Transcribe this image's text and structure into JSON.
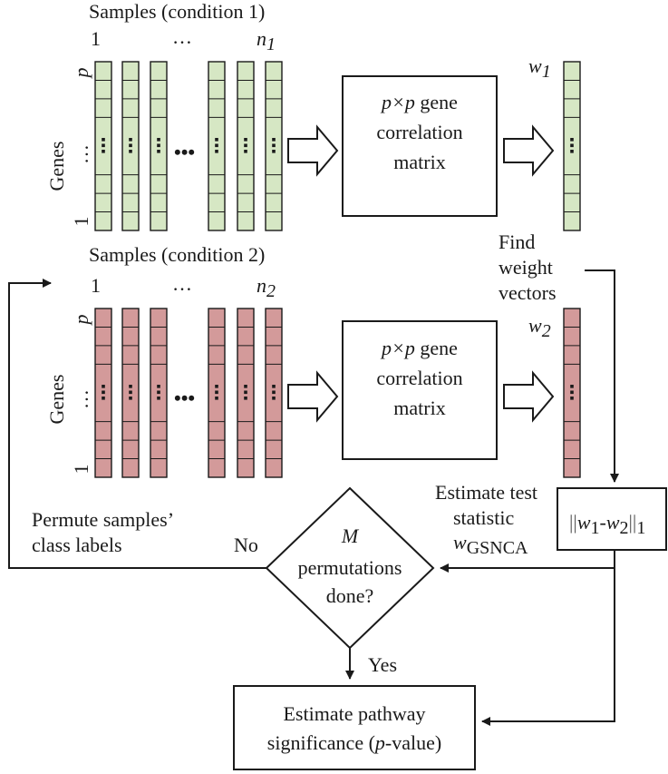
{
  "condition1": {
    "title": "Samples (condition 1)",
    "first_index": "1",
    "ellipsis": "…",
    "last_index": "n",
    "last_index_sub": "1",
    "gene_axis_label": "Genes",
    "gene_top": "p",
    "gene_mid": "…",
    "gene_bottom": "1",
    "bar_color": "#d6e7c4",
    "matrix_line1_pre": "p×p",
    "matrix_line1_post": " gene",
    "matrix_line2": "correlation",
    "matrix_line3": "matrix",
    "weight_label": "w",
    "weight_sub": "1"
  },
  "condition2": {
    "title": "Samples (condition 2)",
    "first_index": "1",
    "ellipsis": "…",
    "last_index": "n",
    "last_index_sub": "2",
    "gene_axis_label": "Genes",
    "gene_top": "p",
    "gene_mid": "…",
    "gene_bottom": "1",
    "bar_color": "#d39a9a",
    "matrix_line1_pre": "p×p",
    "matrix_line1_post": " gene",
    "matrix_line2": "correlation",
    "matrix_line3": "matrix",
    "weight_label": "w",
    "weight_sub": "2"
  },
  "find_weight": {
    "line1": "Find",
    "line2": "weight",
    "line3": "vectors"
  },
  "estimate_test": {
    "line1": "Estimate test",
    "line2": "statistic",
    "stat": "w",
    "stat_sub": "GSNCA"
  },
  "norm_box": {
    "w1": "w",
    "w1_sub": "1",
    "minus": "-",
    "w2": "w",
    "w2_sub": "2",
    "norm_sub": "1"
  },
  "decision": {
    "line1": "M",
    "line2": "permutations",
    "line3": "done?"
  },
  "no_label": "No",
  "yes_label": "Yes",
  "permute": {
    "line1": "Permute samples’",
    "line2": "class labels"
  },
  "result": {
    "line1": "Estimate pathway",
    "line2_pre": "significance (",
    "line2_p": "p",
    "line2_post": "-value)"
  },
  "mid_dots": "•••"
}
